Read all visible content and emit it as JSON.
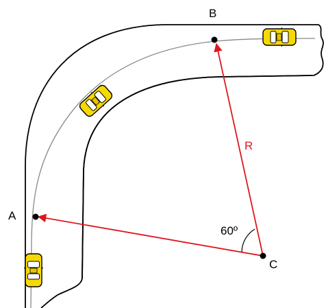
{
  "points": {
    "a_label": "A",
    "b_label": "B",
    "c_label": "C"
  },
  "radius": {
    "label": "R"
  },
  "angle": {
    "label": "60º"
  },
  "colors": {
    "road": "#ffffff",
    "road_edge": "#000000",
    "path": "#888888",
    "vector": "#e0161c",
    "car_body": "#f6d900",
    "car_outline": "#000000",
    "car_glass": "#ffffff"
  },
  "icons": {
    "car": "taxi-car-icon"
  }
}
